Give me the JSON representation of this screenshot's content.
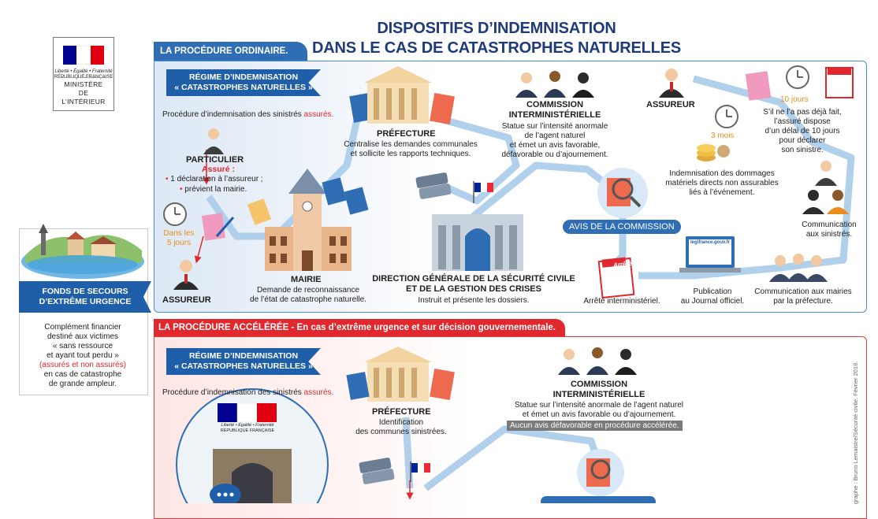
{
  "title": {
    "line1": "DISPOSITIFS D’INDEMNISATION",
    "line2": "DANS LE CAS DE CATASTROPHES NATURELLES"
  },
  "logo": {
    "motto": "Liberté • Égalité • Fraternité",
    "republique": "RÉPUBLIQUE FRANÇAISE",
    "ministry_line1": "MINISTÈRE",
    "ministry_line2": "DE",
    "ministry_line3": "L’INTÉRIEUR",
    "flag_colors": [
      "#000091",
      "#ffffff",
      "#e1000f"
    ]
  },
  "ordinary": {
    "tab_label": "LA PROCÉDURE ORDINAIRE.",
    "banner_line1": "RÉGIME D’INDEMNISATION",
    "banner_line2": "« CATASTROPHES NATURELLES »",
    "procedure_prefix": "Procédure d’indemnisation des sinistrés",
    "procedure_highlight": "assurés.",
    "particulier": {
      "title": "PARTICULIER",
      "subtitle": "Assuré :",
      "item1": "1 déclaration à l’assureur ;",
      "item2": "prévient la mairie."
    },
    "delay_line1": "Dans les",
    "delay_line2": "5 jours",
    "assureur_left": "ASSUREUR",
    "mairie": {
      "title": "MAIRIE",
      "line1": "Demande de reconnaissance",
      "line2": "de l’état de catastrophe naturelle."
    },
    "prefecture": {
      "title": "PRÉFECTURE",
      "line1": "Centralise les demandes communales",
      "line2": "et sollicite les rapports techniques."
    },
    "dgscgc": {
      "title_line1": "DIRECTION GÉNÉRALE DE LA SÉCURITÉ CIVILE",
      "title_line2": "ET DE LA GESTION DES CRISES",
      "line1": "Instruit et présente les dossiers."
    },
    "commission": {
      "title_line1": "COMMISSION",
      "title_line2": "INTERMINISTÉRIELLE",
      "line1": "Statue sur l’intensité anormale",
      "line2": "de l’agent naturel",
      "line3": "et émet un avis favorable,",
      "line4": "défavorable ou d’ajournement."
    },
    "avis_label": "AVIS DE LA COMMISSION",
    "arrete_label": "Arrêté interministériel.",
    "arrete_stamp": "Arrêté",
    "publication_line1": "Publication",
    "publication_line2": "au Journal officiel.",
    "legifrance": "legifrance.gouv.fr",
    "communication_mairies_line1": "Communication aux mairies",
    "communication_mairies_line2": "par la préfecture.",
    "communication_sinistres_line1": "Communication",
    "communication_sinistres_line2": "aux sinistrés.",
    "assureur_right": "ASSUREUR",
    "ten_days": "10 jours",
    "ten_days_text_line1": "S’il ne l’a pas déjà fait,",
    "ten_days_text_line2": "l’assuré dispose",
    "ten_days_text_line3": "d’un délai de 10 jours",
    "ten_days_text_line4": "pour déclarer",
    "ten_days_text_line5": "son sinistre.",
    "three_months": "3 mois",
    "indemnisation_line1": "Indemnisation des dommages",
    "indemnisation_line2": "matériels directs non assurables",
    "indemnisation_line3": "liés à l’événement."
  },
  "accelerated": {
    "tab_label": "LA PROCÉDURE ACCÉLÉRÉE - En cas d’extrême urgence et sur décision gouvernementale.",
    "banner_line1": "RÉGIME D’INDEMNISATION",
    "banner_line2": "« CATASTROPHES NATURELLES »",
    "procedure_prefix": "Procédure d’indemnisation des sinistrés",
    "procedure_highlight": "assurés.",
    "prefecture": {
      "title": "PRÉFECTURE",
      "line1": "Identification",
      "line2": "des communes sinistrées."
    },
    "commission": {
      "title_line1": "COMMISSION",
      "title_line2": "INTERMINISTÉRIELLE",
      "line1": "Statue sur l’intensité anormale de l’agent naturel",
      "line2": "et émet un avis favorable ou d’ajournement.",
      "strip": "Aucun avis défavorable en procédure accélérée."
    },
    "logo_motto": "Liberté • Égalité • Fraternité",
    "logo_republique": "RÉPUBLIQUE FRANÇAISE"
  },
  "fonds": {
    "banner_line1": "FONDS DE SECOURS",
    "banner_line2": "D’EXTRÊME URGENCE",
    "line1": "Complément financier",
    "line2": "destiné aux victimes",
    "line3": "« sans ressource",
    "line4": "et ayant tout perdu »",
    "line5": "(assurés et non assurés)",
    "line6": "en cas de catastrophe",
    "line7": "de grande ampleur."
  },
  "credit": "graphe : Bruno Lemaistre/Sécurité civile. Février 2019.",
  "colors": {
    "blue": "#1f5ea8",
    "red": "#e0282e",
    "orange": "#e98e1c",
    "title_blue": "#1e3a78"
  }
}
